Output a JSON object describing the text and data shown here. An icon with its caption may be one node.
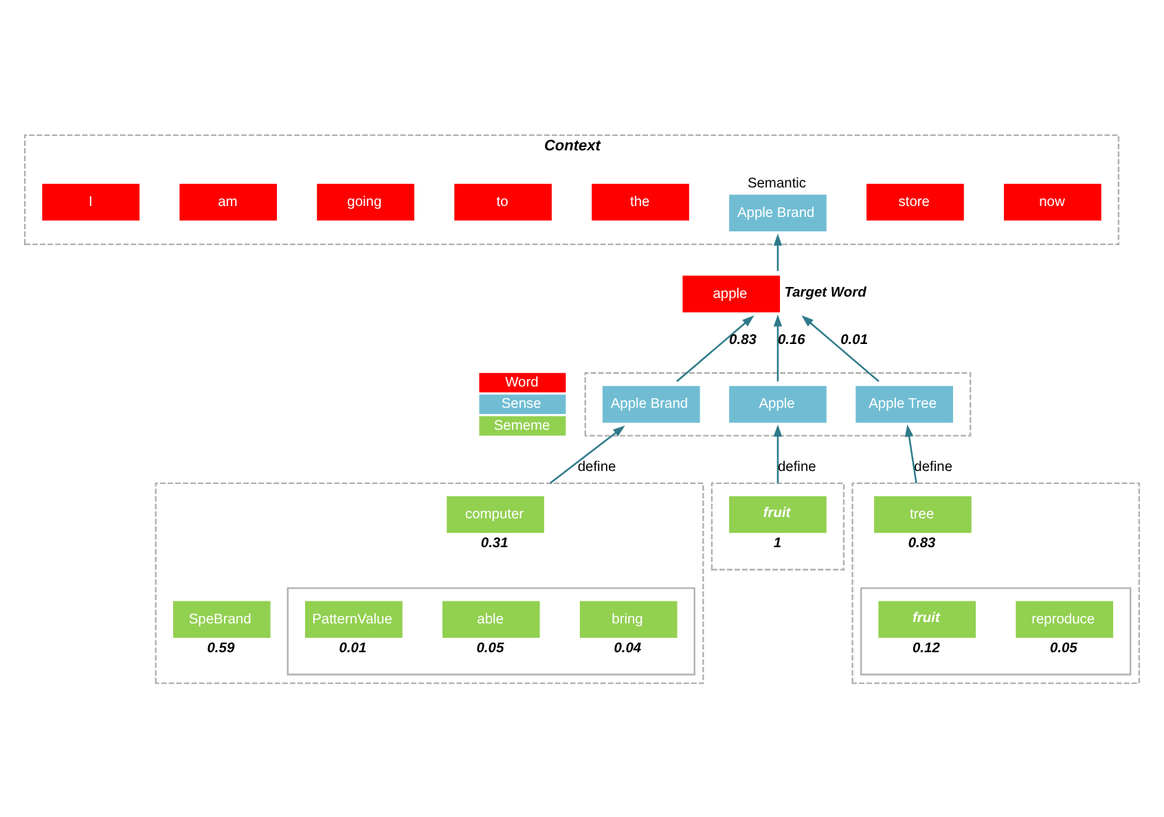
{
  "diagram": {
    "nodes": [
      {
        "text": [
          "Context"
        ]
      },
      {
        "text": [
          "I"
        ],
        "in": 0
      },
      {
        "text": [
          "am"
        ],
        "in": 0
      },
      {
        "text": [
          "going"
        ],
        "in": 0
      },
      {
        "text": [
          "to"
        ],
        "in": 0
      },
      {
        "text": [
          "the"
        ],
        "in": 0
      },
      {
        "text": [
          "Apple Brand"
        ],
        "beside": [
          "Semantic"
        ],
        "in": 0
      },
      {
        "text": [
          "store"
        ],
        "in": 0
      },
      {
        "text": [
          "now"
        ],
        "in": 0
      },
      {
        "text": [
          "apple"
        ],
        "beside": [
          "Target Word"
        ]
      },
      {
        "text": [],
        "shape": "box"
      },
      {
        "text": [
          "Apple Brand"
        ],
        "in": 10
      },
      {
        "text": [
          "Apple"
        ],
        "in": 10
      },
      {
        "text": [
          "Apple Tree"
        ],
        "in": 10
      },
      {
        "text": [],
        "shape": "box"
      },
      {
        "text": [
          "computer"
        ],
        "beside": [
          "0.31"
        ],
        "in": 14
      },
      {
        "text": [],
        "shape": "box",
        "in": 14
      },
      {
        "text": [
          "PatternValue"
        ],
        "beside": [
          "0.01"
        ],
        "in": 16
      },
      {
        "text": [
          "able"
        ],
        "beside": [
          "0.05"
        ],
        "in": 16
      },
      {
        "text": [
          "bring"
        ],
        "beside": [
          "0.04"
        ],
        "in": 16
      },
      {
        "text": [
          "SpeBrand"
        ],
        "beside": [
          "0.59"
        ],
        "in": 14
      },
      {
        "text": [],
        "shape": "box"
      },
      {
        "text": [
          "fruit"
        ],
        "beside": [
          "1"
        ],
        "in": 21
      },
      {
        "text": [],
        "shape": "box"
      },
      {
        "text": [
          "tree"
        ],
        "beside": [
          "0.83"
        ],
        "in": 23
      },
      {
        "text": [],
        "shape": "box",
        "in": 23
      },
      {
        "text": [
          "fruit"
        ],
        "beside": [
          "0.12"
        ],
        "in": 25
      },
      {
        "text": [
          "reproduce"
        ],
        "beside": [
          "0.05"
        ],
        "in": 25
      }
    ],
    "edges": [
      {
        "from": 9,
        "to": 6,
        "arrow": "to"
      },
      {
        "from": 11,
        "to": 9,
        "arrow": "to",
        "label": "0.83"
      },
      {
        "from": 12,
        "to": 9,
        "arrow": "to",
        "label": "0.16"
      },
      {
        "from": 13,
        "to": 9,
        "arrow": "to",
        "label": "0.01"
      },
      {
        "from": 14,
        "to": 11,
        "arrow": "to",
        "label": "define"
      },
      {
        "from": 21,
        "to": 12,
        "arrow": "to",
        "label": "define"
      },
      {
        "from": 23,
        "to": 13,
        "arrow": "to",
        "label": "define"
      }
    ],
    "legend": [
      {
        "text": "Word",
        "color": "#ff0000"
      },
      {
        "text": "Sense",
        "color": "#70bdd3"
      },
      {
        "text": "Sememe",
        "color": "#92d050"
      }
    ]
  }
}
